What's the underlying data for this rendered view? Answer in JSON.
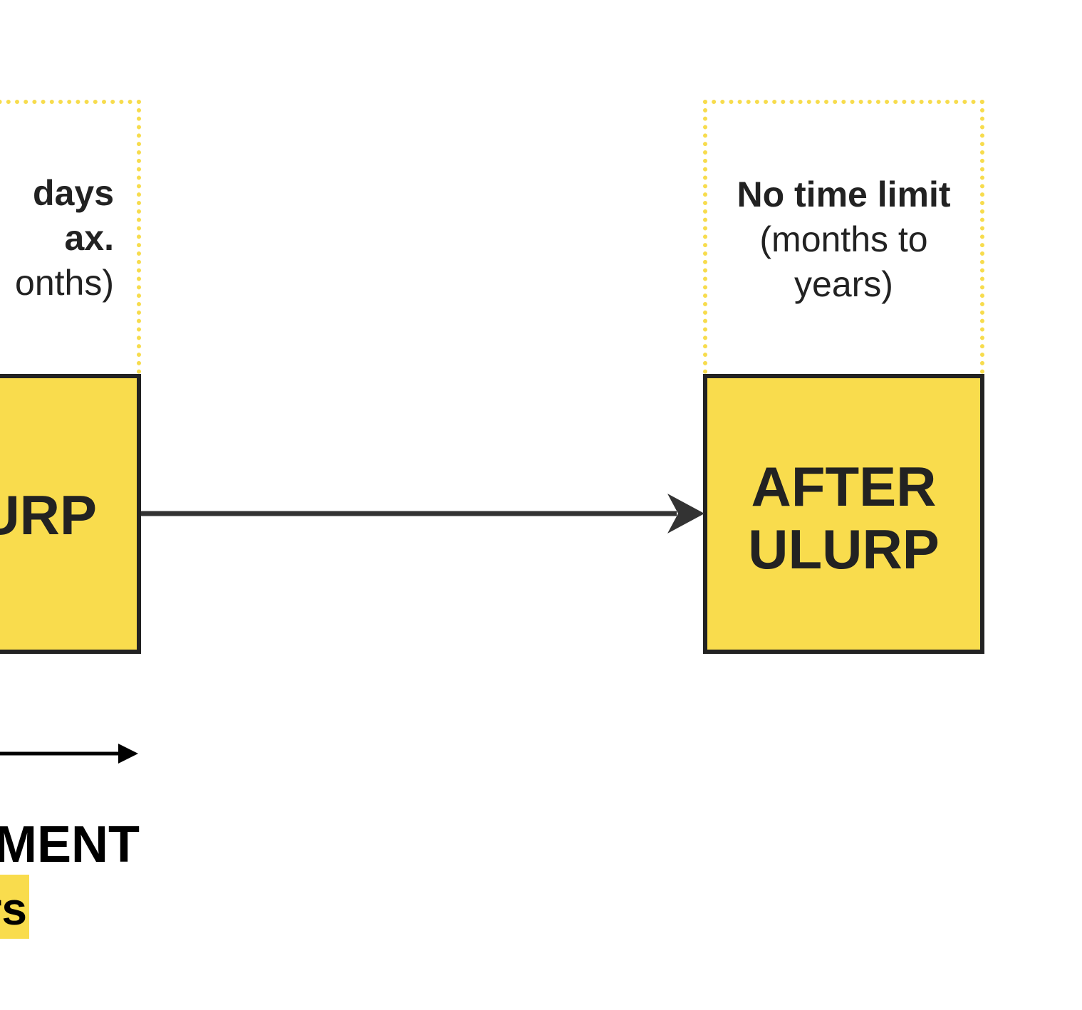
{
  "left_stage": {
    "duration_line1": "days",
    "duration_line2": "ax.",
    "duration_line3": "onths)",
    "title": "URP"
  },
  "right_stage": {
    "duration_bold": "No time limit",
    "duration_line2": "(months to",
    "duration_line3": "years)",
    "title_line1": "AFTER",
    "title_line2": "ULURP"
  },
  "legend": {
    "label": "MENT",
    "sublabel": "rs"
  },
  "colors": {
    "yellow": "#f9dc4d",
    "dark": "#222222",
    "arrow": "#333333"
  }
}
